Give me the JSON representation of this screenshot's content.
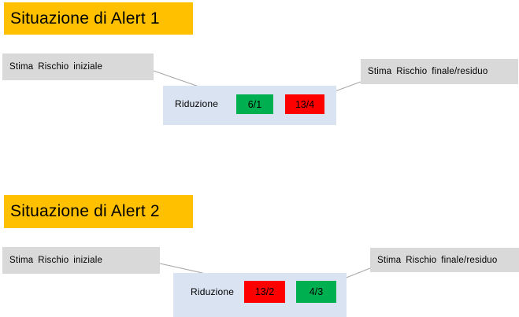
{
  "colors": {
    "title_bg": "#FFC000",
    "label_bg": "#D9D9D9",
    "panel_bg": "#DAE3F1",
    "positive": "#00B050",
    "negative": "#FF0000",
    "connector": "#A6A6A6"
  },
  "sections": [
    {
      "title": "Situazione di Alert 1",
      "initial_risk_label": "Stima Rischio iniziale",
      "final_risk_label": "Stima Rischio finale/residuo",
      "reduction_label": "Riduzione",
      "initial_value": "6/1",
      "final_value": "13/4"
    },
    {
      "title": "Situazione di Alert 2",
      "initial_risk_label": "Stima Rischio iniziale",
      "final_risk_label": "Stima Rischio finale/residuo",
      "reduction_label": "Riduzione",
      "initial_value": "13/2",
      "final_value": "4/3"
    }
  ]
}
